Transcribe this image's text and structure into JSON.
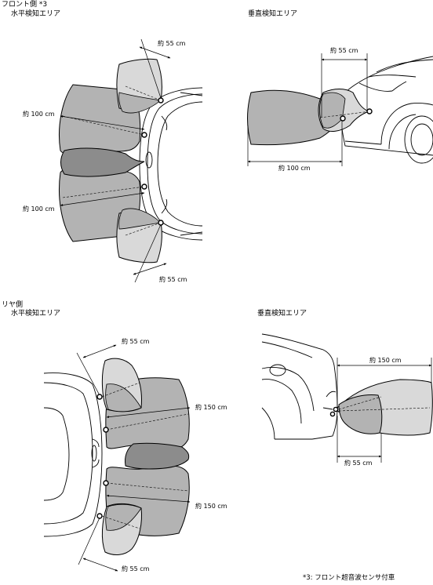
{
  "front": {
    "title": "フロント側 *3",
    "horizontal": {
      "title": "水平検知エリア",
      "top_corner_dim": "約 55 cm",
      "upper_center_dim": "約 100 cm",
      "lower_center_dim": "約 100 cm",
      "bottom_corner_dim": "約 55 cm"
    },
    "vertical": {
      "title": "垂直検知エリア",
      "corner_dim": "約 55 cm",
      "center_dim": "約 100 cm"
    }
  },
  "rear": {
    "title": "リヤ側",
    "horizontal": {
      "title": "水平検知エリア",
      "top_corner_dim": "約 55 cm",
      "upper_center_dim": "約 150 cm",
      "lower_center_dim": "約 150 cm",
      "bottom_corner_dim": "約 55 cm"
    },
    "vertical": {
      "title": "垂直検知エリア",
      "center_dim": "約 150 cm",
      "corner_dim": "約 55 cm"
    }
  },
  "footnote": "*3: フロント超音波センサ付車",
  "colors": {
    "zone_light": "#d9d9d9",
    "zone_mid": "#b3b3b3",
    "zone_dark": "#8c8c8c",
    "line": "#000000"
  }
}
